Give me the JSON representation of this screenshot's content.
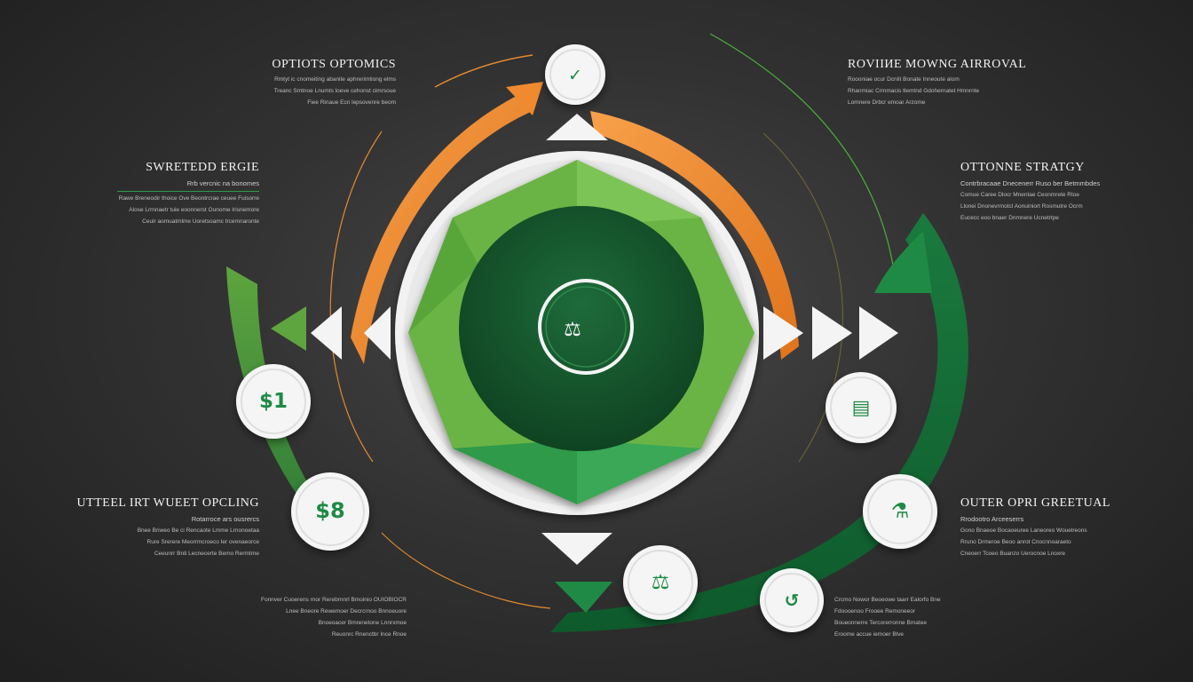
{
  "labels": [
    {
      "title": "OPTIOТS OPTOMICS",
      "sub": "",
      "body": [
        "Rmtyt ic cnomeiting abanite aphrerimtiong elms",
        "Treanc Smtnoe Lnumts loeve cehonst cimrsoue",
        "Fiee Rinaue Ecn lepsovenre beom"
      ]
    },
    {
      "title": "ROVIIИE MOWNG AIRROVAL",
      "sub": "",
      "body": [
        "Roooniae ocur Dcnlit Bonate Inneoute alom",
        "Rhanmiac Crmmacis tlemtnd Gdohernatet Hmnrnte",
        "Lomnere Drbcr emoar Arzome"
      ]
    },
    {
      "title": "SWRETEDD ERGIE",
      "sub": "Rrb vercnic na bonomes",
      "body": [
        "Rawe Breneodir thoice Ove Beontrcrae ceuee Fuisorre",
        "Alose Lrrnnaetr tuie eoonnerst Ounome Irisnemore",
        "Ceuir aomuatmlme Uoretsoamc trcemnaronte"
      ]
    },
    {
      "title": "OTTONNE STRATGY",
      "sub": "Contrbracaae Dnecenerr Ruso ber Betmmbdes",
      "body": [
        "Comue Caree Dlocr Mnentae Ceonmrete Rtoe",
        "Llonei Dnonevrmotcl Aonuiniort Rosmutre Ocrm",
        "Eucecc eoo bnaer Dnmnere Ucnetrtpe"
      ]
    },
    {
      "title": "UTTEEL IRT WUEET OPCLING",
      "sub": "Rotarroce ars ousrercs",
      "body": [
        "Bnee Briweo Be ci Rencaote Lmme Lrnonoetaa",
        "Rure Srerere Meorrmcroeco Ier ovenaeorce",
        "Ceeunrr Bnti Lecnecerte Bemo Rermtrne"
      ]
    },
    {
      "title": "OUTER OPRI GREETUAL",
      "sub": "Rrodootro Arceeserrs",
      "body": [
        "Gono Bnaeoe Bocaoeuree Laneoreo Wouelreons",
        "Rruno Drmeroe Beoo anrot Cnocnnoaraeto",
        "Cneoerr Tcoeo Buanzo Uerocnoe Lnoxre"
      ]
    },
    {
      "title": "",
      "sub": "",
      "body": [
        "Fonnver Cuoerens rnor Rerebrnnrl Bmoinio OUIOBIOCR",
        "Lnee Bneore Rewemoer Decrcrnoo Bnnoeuore",
        "Bnoeoacer Bmrenetone Lnnrxmoe",
        "Reuonrc Rnenctbr Ince Rnoe"
      ]
    },
    {
      "title": "",
      "sub": "",
      "body": [
        "Crcmo Nowor Beoeowe taarr Ealorfo Bne",
        "Fdoooenoo Frooee Remoneeor",
        "Boueonnerre Tercorerronne Bmatee",
        "Eroome accue iemoer Blve"
      ]
    }
  ],
  "icons": [
    {
      "glyph": "✓",
      "name": "check-icon"
    },
    {
      "glyph": "$1",
      "name": "dollar-icon"
    },
    {
      "glyph": "$8",
      "name": "dollar-icon"
    },
    {
      "glyph": "⚖",
      "name": "scale-icon"
    },
    {
      "glyph": "↺",
      "name": "cycle-icon"
    },
    {
      "glyph": "▤",
      "name": "chart-icon"
    },
    {
      "glyph": "⚗",
      "name": "flask-icon"
    }
  ],
  "center": {
    "glyph": "⚖",
    "name": "center-scale-icon"
  },
  "colors": {
    "green_dark": "#1b5e34",
    "green_mid": "#1f8a45",
    "green_light": "#67b346",
    "orange": "#f08a2e",
    "white": "#f4f4f4"
  }
}
